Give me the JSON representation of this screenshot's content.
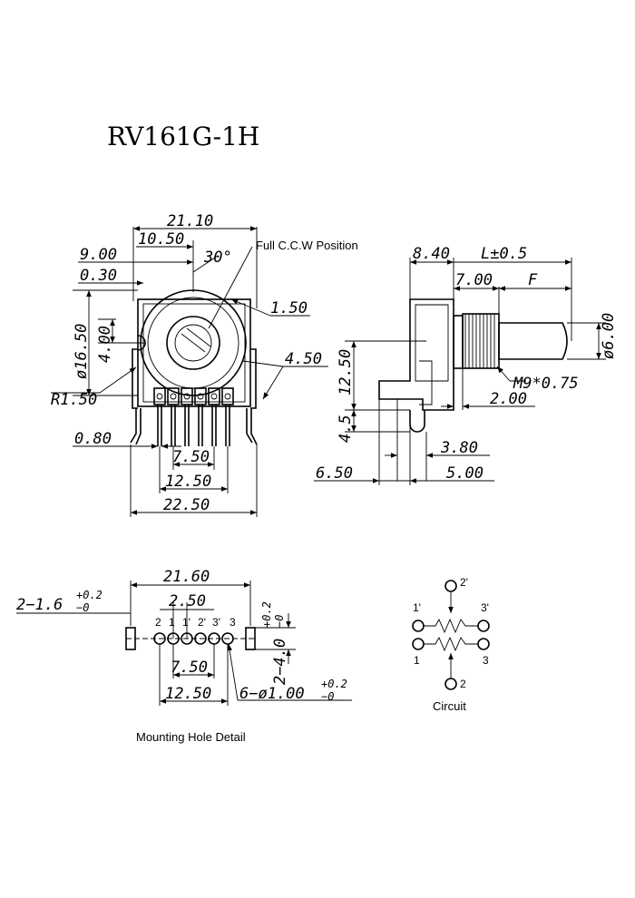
{
  "title": "RV161G-1H",
  "front_view": {
    "dim_overall_width": "21.10",
    "dim_10_50": "10.50",
    "dim_9_00": "9.00",
    "dim_0_30": "0.30",
    "dim_angle": "30°",
    "note_ccw": "Full C.C.W Position",
    "dim_1_50": "1.50",
    "dim_dia_16_50": "ø16.50",
    "dim_4_00": "4.00",
    "dim_4_50": "4.50",
    "dim_r_1_50": "R1.50",
    "dim_0_80": "0.80",
    "dim_7_50": "7.50",
    "dim_12_50": "12.50",
    "dim_22_50": "22.50"
  },
  "side_view": {
    "dim_8_40": "8.40",
    "dim_l": "L±0.5",
    "dim_7_00": "7.00",
    "dim_f": "F",
    "dim_dia_6_00": "ø6.00",
    "dim_thread": "M9*0.75",
    "dim_12_50": "12.50",
    "dim_2_00": "2.00",
    "dim_4_5": "4.5",
    "dim_3_80": "3.80",
    "dim_6_50": "6.50",
    "dim_5_00": "5.00"
  },
  "mounting": {
    "dim_21_60": "21.60",
    "dim_2_1_6": "2−1.6",
    "tol_plus": "+0.2",
    "tol_minus": "−0",
    "dim_2_50": "2.50",
    "pins": [
      "2",
      "1",
      "1'",
      "2'",
      "3'",
      "3"
    ],
    "dim_7_50": "7.50",
    "dim_12_50": "12.50",
    "dim_6_holes": "6−ø1.00",
    "tol6_plus": "+0.2",
    "tol6_minus": "−0",
    "dim_2_4_0": "2−4.0",
    "tol4_plus": "+0.2",
    "tol4_minus": "−0",
    "caption": "Mounting Hole Detail"
  },
  "circuit": {
    "top_label": "2'",
    "left_top": "1'",
    "right_top": "3'",
    "left_bot": "1",
    "right_bot": "3",
    "bottom_label": "2",
    "caption": "Circuit"
  }
}
